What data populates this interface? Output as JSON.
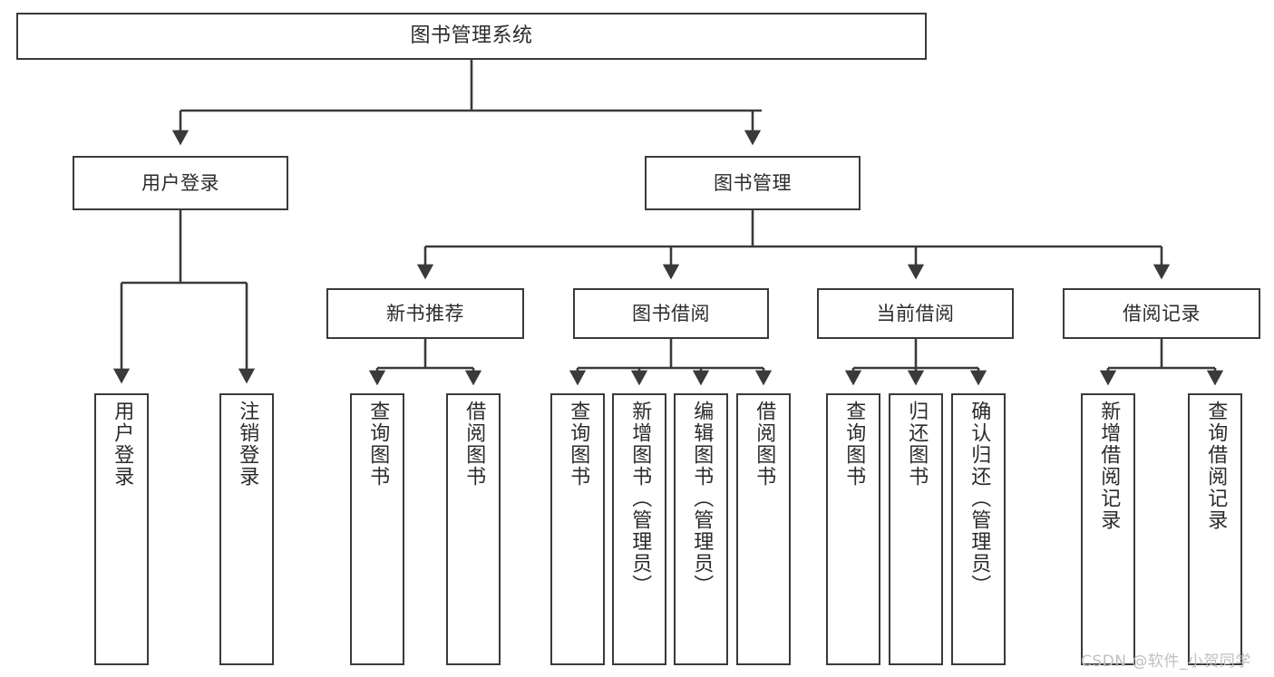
{
  "diagram": {
    "title": "图书管理系统",
    "type": "tree",
    "watermark": "CSDN @软件_小贺同学",
    "colors": {
      "stroke": "#3a3a3a",
      "text": "#2b2b2b",
      "background": "#ffffff",
      "watermark": "#bfbfbf"
    },
    "nodes": {
      "root": {
        "label": "图书管理系统"
      },
      "level1": [
        {
          "id": "user-login",
          "label": "用户登录"
        },
        {
          "id": "book-manage",
          "label": "图书管理"
        }
      ],
      "level2": [
        {
          "id": "new-book-recommend",
          "label": "新书推荐"
        },
        {
          "id": "book-borrow",
          "label": "图书借阅"
        },
        {
          "id": "current-borrow",
          "label": "当前借阅"
        },
        {
          "id": "borrow-record",
          "label": "借阅记录"
        }
      ],
      "leaves": {
        "user_login": [
          {
            "id": "leaf-user-login",
            "label": "用户登录"
          },
          {
            "id": "leaf-logout-login",
            "label": "注销登录"
          }
        ],
        "new_book_recommend": [
          {
            "id": "leaf-query-book-1",
            "label": "查询图书"
          },
          {
            "id": "leaf-borrow-book-1",
            "label": "借阅图书"
          }
        ],
        "book_borrow": [
          {
            "id": "leaf-query-book-2",
            "label": "查询图书"
          },
          {
            "id": "leaf-add-book-admin",
            "label": "新增图书（管理员）"
          },
          {
            "id": "leaf-edit-book-admin",
            "label": "编辑图书（管理员）"
          },
          {
            "id": "leaf-borrow-book-2",
            "label": "借阅图书"
          }
        ],
        "current_borrow": [
          {
            "id": "leaf-query-book-3",
            "label": "查询图书"
          },
          {
            "id": "leaf-return-book",
            "label": "归还图书"
          },
          {
            "id": "leaf-confirm-return-admin",
            "label": "确认归还（管理员）"
          }
        ],
        "borrow_record": [
          {
            "id": "leaf-add-borrow-record",
            "label": "新增借阅记录"
          },
          {
            "id": "leaf-query-borrow-record",
            "label": "查询借阅记录"
          }
        ]
      }
    }
  }
}
